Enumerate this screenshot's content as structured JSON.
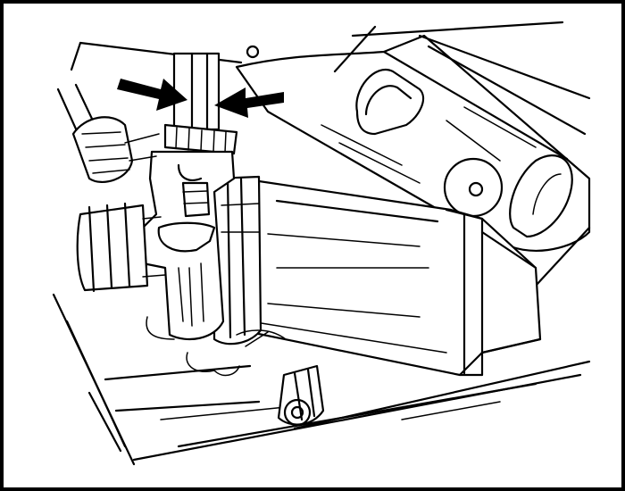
{
  "figure": {
    "kind": "technical line drawing",
    "frame_color": "#000000",
    "background_color": "#ffffff",
    "line_color": "#000000",
    "callouts": [
      {
        "name": "left-arrow-icon",
        "direction": "right"
      },
      {
        "name": "right-arrow-icon",
        "direction": "left"
      }
    ]
  }
}
